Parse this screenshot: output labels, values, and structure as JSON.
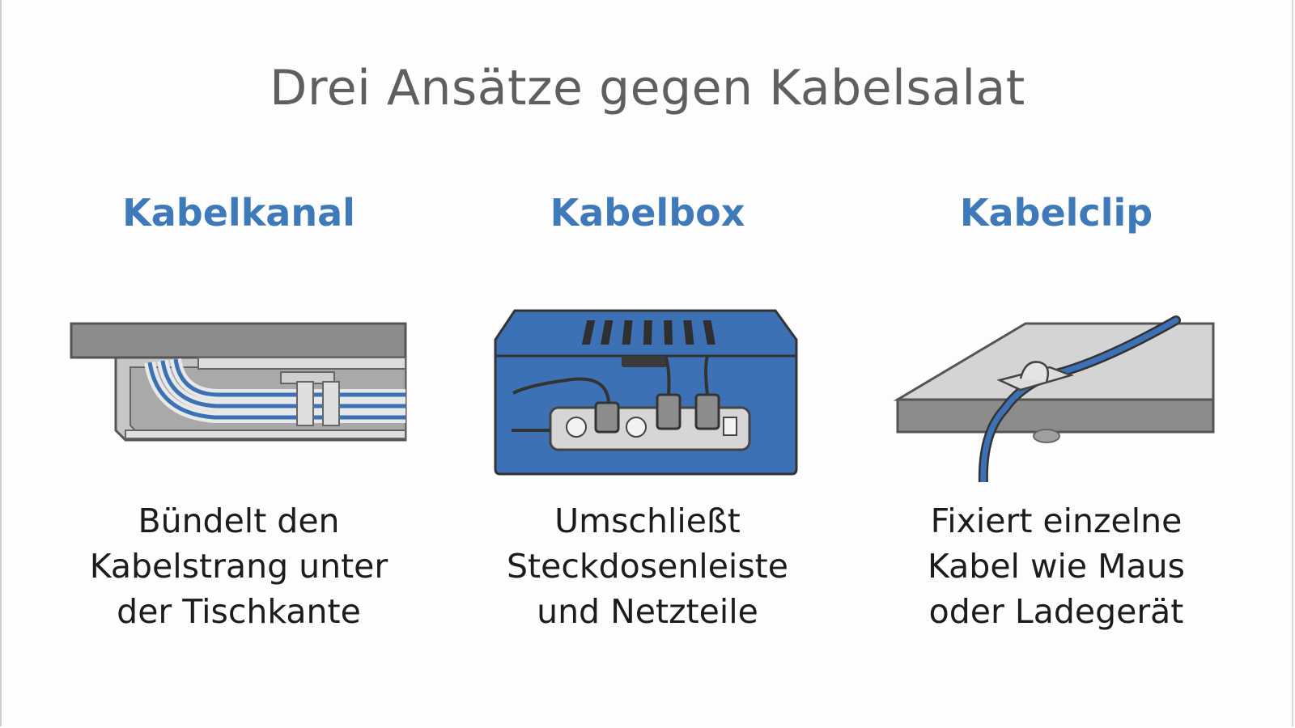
{
  "title": "Drei Ansätze gegen Kabelsalat",
  "colors": {
    "accent": "#3e7ab9",
    "gray_dark": "#5f5f5f",
    "gray_mid": "#8c8c8c",
    "gray_light": "#c8c8c8",
    "cable_blue": "#3c71b5"
  },
  "approaches": [
    {
      "heading": "Kabelkanal",
      "icon": "cable-tray-under-desk-icon",
      "lines": [
        "Bündelt den",
        "Kabelstrang unter",
        "der Tischkante"
      ]
    },
    {
      "heading": "Kabelbox",
      "icon": "cable-box-power-strip-icon",
      "lines": [
        "Umschließt",
        "Steckdosenleiste",
        "und Netzteile"
      ]
    },
    {
      "heading": "Kabelclip",
      "icon": "cable-clip-desk-edge-icon",
      "lines": [
        "Fixiert einzelne",
        "Kabel wie Maus",
        "oder Ladegerät"
      ]
    }
  ]
}
